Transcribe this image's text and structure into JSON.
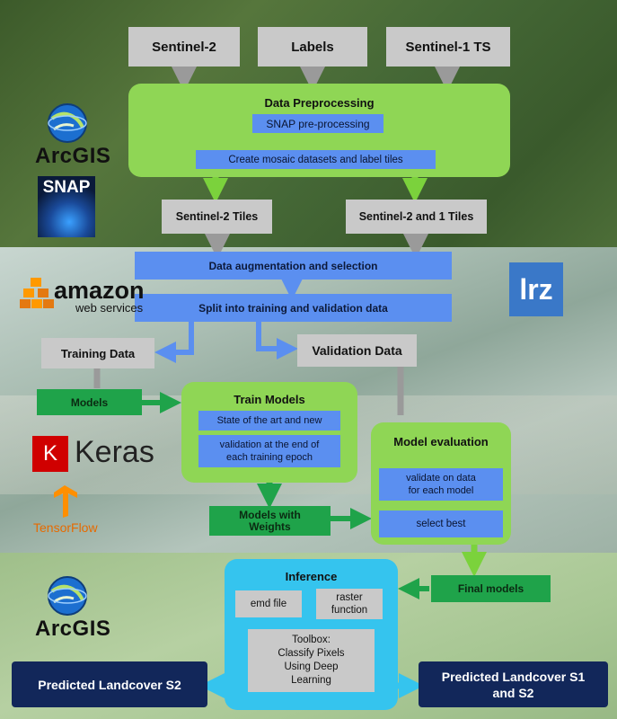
{
  "inputs": {
    "sentinel2": "Sentinel-2",
    "labels": "Labels",
    "sentinel1": "Sentinel-1 TS"
  },
  "preprocessing": {
    "title": "Data Preprocessing",
    "snap": "SNAP pre-processing",
    "mosaic": "Create mosaic datasets and label tiles"
  },
  "tiles": {
    "s2": "Sentinel-2 Tiles",
    "s21": "Sentinel-2 and 1 Tiles"
  },
  "augmentation": "Data augmentation and selection",
  "split": "Split into training and validation data",
  "training_data": "Training Data",
  "validation_data": "Validation Data",
  "models": "Models",
  "train": {
    "title": "Train Models",
    "state": "State of the art and new",
    "validation_line1": "validation at the end of",
    "validation_line2": "each training epoch"
  },
  "models_weights": {
    "line1": "Models with",
    "line2": "Weights"
  },
  "evaluation": {
    "title": "Model evaluation",
    "validate_line1": "validate on data",
    "validate_line2": "for each model",
    "select": "select best"
  },
  "final_models": "Final models",
  "inference": {
    "title": "Inference",
    "emd": "emd file",
    "raster_line1": "raster",
    "raster_line2": "function",
    "toolbox_lines": [
      "Toolbox:",
      "Classify Pixels",
      "Using Deep",
      "Learning"
    ]
  },
  "outputs": {
    "s2": "Predicted Landcover S2",
    "s1s2_line1": "Predicted Landcover S1",
    "s1s2_line2": "and S2"
  },
  "logos": {
    "arcgis": "ArcGIS",
    "snap": "SNAP",
    "amazon": "amazon",
    "aws": "web services",
    "lrz": "lrz",
    "keras_k": "K",
    "keras": "Keras",
    "tensorflow": "TensorFlow"
  },
  "colors": {
    "gray": "#c9c9c9",
    "blue": "#5b8ff0",
    "green_panel": "#8fd655",
    "dark_green": "#1fa34a",
    "cyan": "#35c4ee",
    "navy": "#12275a",
    "keras_red": "#d00000",
    "lrz_blue": "#3a78c8",
    "aws_orange": "#ff9900"
  }
}
